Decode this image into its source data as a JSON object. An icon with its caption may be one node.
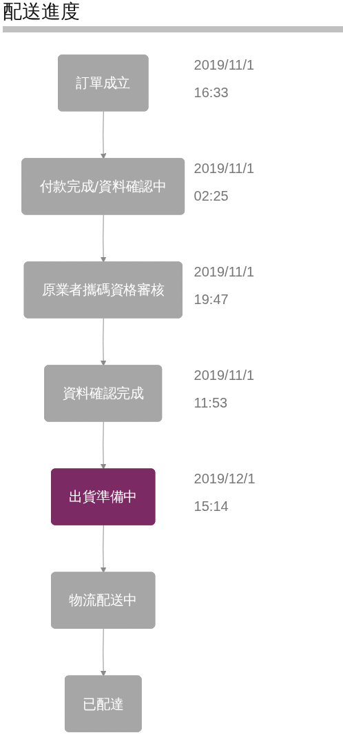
{
  "diagram": {
    "title": "配送進度",
    "nodes": [
      {
        "text": [
          "訂單成立"
        ],
        "beside": [
          "2019/11/1 16:33"
        ]
      },
      {
        "text": [
          "付款完成/資料確認中"
        ],
        "beside": [
          "2019/11/1 02:25"
        ]
      },
      {
        "text": [
          "原業者攜碼資格審核"
        ],
        "beside": [
          "2019/11/1 19:47"
        ]
      },
      {
        "text": [
          "資料確認完成"
        ],
        "beside": [
          "2019/11/1 11:53"
        ]
      },
      {
        "text": [
          "出貨準備中"
        ],
        "beside": [
          "2019/12/1 15:14"
        ]
      },
      {
        "text": [
          "物流配送中"
        ]
      },
      {
        "text": [
          "已配達"
        ]
      }
    ],
    "edges": [
      {
        "from": 0,
        "to": 1,
        "arrow": "to"
      },
      {
        "from": 1,
        "to": 2,
        "arrow": "to"
      },
      {
        "from": 2,
        "to": 3,
        "arrow": "to"
      },
      {
        "from": 3,
        "to": 4,
        "arrow": "to"
      },
      {
        "from": 4,
        "to": 5,
        "arrow": "to"
      },
      {
        "from": 5,
        "to": 6,
        "arrow": "to"
      }
    ]
  }
}
